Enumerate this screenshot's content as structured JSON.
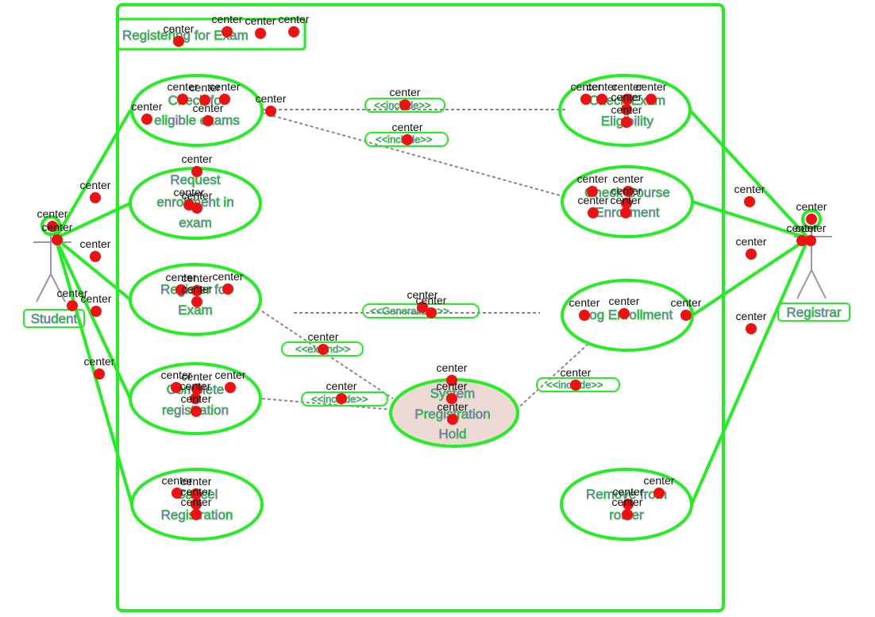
{
  "system": {
    "title": "Registering for Exam"
  },
  "actors": {
    "student": {
      "label": "Student"
    },
    "registrar": {
      "label": "Registrar"
    }
  },
  "use_cases": {
    "check_eligible_exams": {
      "line1": "Check for",
      "line2": "eligible exams"
    },
    "request_enrollment": {
      "line1": "Request",
      "line2": "enrollment in",
      "line3": "exam"
    },
    "register_exam": {
      "line1": "Register for",
      "line2": "Exam"
    },
    "complete_registration": {
      "line1": "Complete",
      "line2": "registration"
    },
    "cancel_registration": {
      "line1": "Cancel",
      "line2": "Registration"
    },
    "check_exam_eligibility": {
      "line1": "Check Exam",
      "line2": "Eligibility"
    },
    "check_course_enrollment": {
      "line1": "Check Course",
      "line2": "Enrollment"
    },
    "log_enrollment": {
      "line1": "Log Enrollment"
    },
    "system_preregistration_hold": {
      "line1": "System",
      "line2": "Pregistration",
      "line3": "Hold"
    },
    "remove_from_roster": {
      "line1": "Remove from",
      "line2": "roster"
    }
  },
  "relationships": {
    "include_1": "<<include>>",
    "include_2": "<<include>>",
    "generalizes": "<<Generalizes>>",
    "extend": "<<extend>>",
    "include_3": "<<include>>",
    "include_4": "<<include>>"
  },
  "annotation": {
    "center_label": "center"
  },
  "colors": {
    "overlay_green": "#22ee22",
    "marker_red": "#ee1111",
    "hold_fill": "#ecd9d4",
    "text_blue": "#7a7ab0"
  }
}
